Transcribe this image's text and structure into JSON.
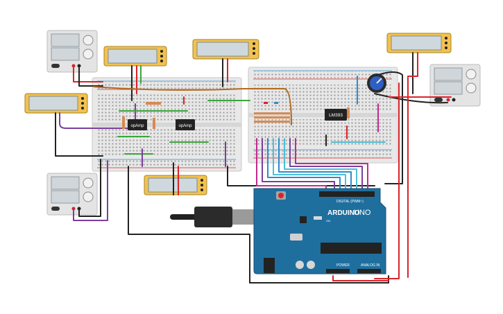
{
  "ic_labels": {
    "opamp_1": "opAmp",
    "opamp_2": "opAmp",
    "comparator": "LM393"
  },
  "arduino": {
    "brand": "ARDUINO",
    "model": "UNO",
    "digital_header": "DIGITAL (PWM~)",
    "power_header": "POWER",
    "analog_header": "ANALOG IN",
    "led_on": "ON"
  },
  "colors": {
    "breadboard": "#e8e8e8",
    "arduino_board": "#1f6f9e",
    "power_supply": "#e4e4e4",
    "meter_frame": "#f2c24f",
    "wire_red": "#d8232a",
    "wire_black": "#222222",
    "wire_green": "#3aa63a",
    "wire_purple": "#7a3e9c",
    "wire_blue": "#2e8bd0",
    "wire_cyan": "#4cc0d6",
    "wire_magenta": "#c02a8c",
    "wire_orange": "#b26a1e"
  }
}
